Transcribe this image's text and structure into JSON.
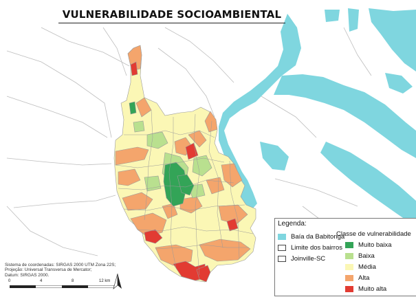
{
  "title": "VULNERABILIDADE SOCIOAMBIENTAL",
  "legend": {
    "heading": "Legenda:",
    "base_items": [
      {
        "label": "Baía da Babitonga",
        "color": "#7fd6df",
        "border": "#7fd6df"
      },
      {
        "label": "Limite dos bairros",
        "color": "#ffffff",
        "border": "#444444"
      },
      {
        "label": "Joinville-SC",
        "color": "#ffffff",
        "border": "#444444"
      }
    ],
    "class_title": "Classe de vulnerabilidade",
    "classes": [
      {
        "label": "Muito baixa",
        "color": "#33a457"
      },
      {
        "label": "Baixa",
        "color": "#b9e08f"
      },
      {
        "label": "Média",
        "color": "#fbf7b5"
      },
      {
        "label": "Alta",
        "color": "#f4a56c"
      },
      {
        "label": "Muito alta",
        "color": "#e23b32"
      }
    ]
  },
  "notes": [
    "Sistema de coordenadas: SIRGAS 2000 UTM Zona 22S;",
    "Projeção: Universal Transversa de Mercator;",
    "Datum: SIRGAS 2000."
  ],
  "scale": {
    "ticks": [
      "0",
      "4",
      "8",
      "12 km"
    ]
  },
  "colors": {
    "water": "#7fd6df",
    "background": "#ffffff",
    "district_border": "#9a9a9a"
  },
  "icons": {
    "north_arrow": "north-arrow-icon"
  }
}
